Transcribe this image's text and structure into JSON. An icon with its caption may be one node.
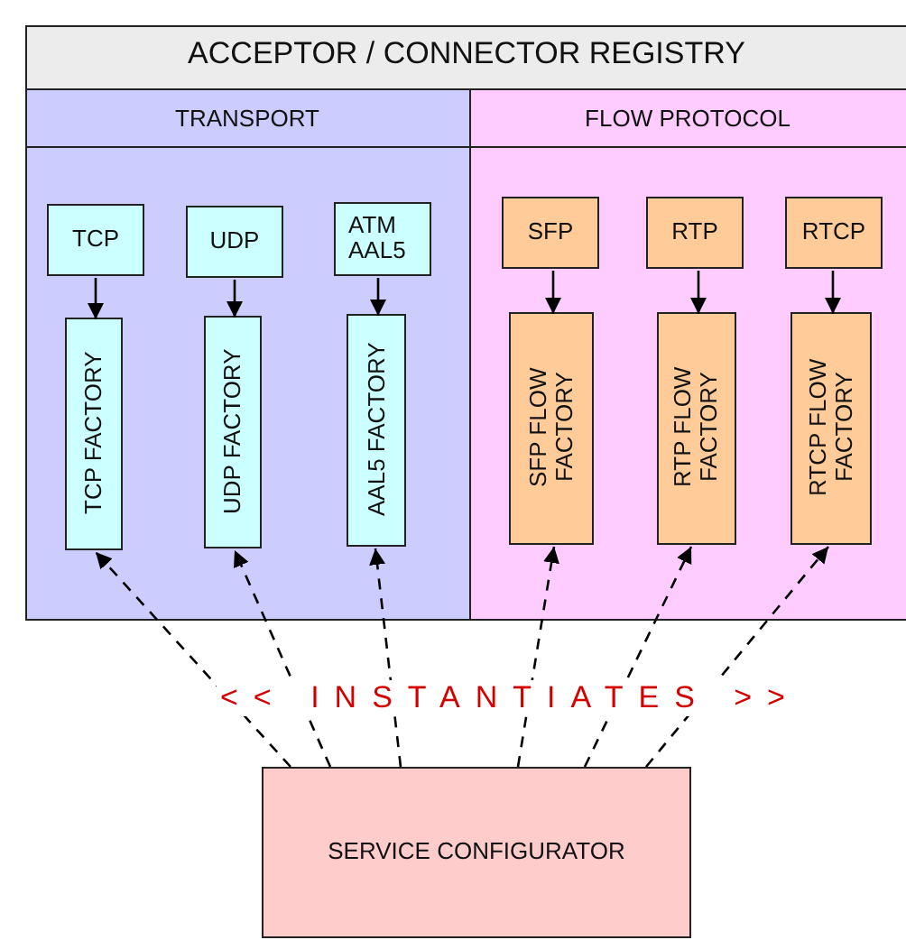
{
  "diagram": {
    "nodes": [
      {
        "text": [
          "ACCEPTOR / CONNECTOR REGISTRY"
        ]
      },
      {
        "text": [
          "TRANSPORT"
        ],
        "in": 0
      },
      {
        "text": [
          "FLOW PROTOCOL"
        ],
        "in": 0
      },
      {
        "text": [
          "TCP"
        ],
        "in": 1
      },
      {
        "text": [
          "UDP"
        ],
        "in": 1
      },
      {
        "text": [
          "ATM AAL5"
        ],
        "in": 1
      },
      {
        "text": [
          "TCP FACTORY"
        ],
        "in": 1
      },
      {
        "text": [
          "UDP FACTORY"
        ],
        "in": 1
      },
      {
        "text": [
          "AAL5 FACTORY"
        ],
        "in": 1
      },
      {
        "text": [
          "SFP"
        ],
        "in": 2
      },
      {
        "text": [
          "RTP"
        ],
        "in": 2
      },
      {
        "text": [
          "RTCP"
        ],
        "in": 2
      },
      {
        "text": [
          "SFP FLOW FACTORY"
        ],
        "in": 2
      },
      {
        "text": [
          "RTP FLOW FACTORY"
        ],
        "in": 2
      },
      {
        "text": [
          "RTCP FLOW FACTORY"
        ],
        "in": 2
      },
      {
        "text": [
          "SERVICE CONFIGURATOR"
        ]
      }
    ],
    "edges": [
      {
        "from": 3,
        "to": 6,
        "arrow": "to"
      },
      {
        "from": 4,
        "to": 7,
        "arrow": "to"
      },
      {
        "from": 5,
        "to": 8,
        "arrow": "to"
      },
      {
        "from": 9,
        "to": 12,
        "arrow": "to"
      },
      {
        "from": 10,
        "to": 13,
        "arrow": "to"
      },
      {
        "from": 11,
        "to": 14,
        "arrow": "to"
      },
      {
        "from": 15,
        "to": 6,
        "arrow": "to",
        "style": "dashed"
      },
      {
        "from": 15,
        "to": 7,
        "arrow": "to",
        "style": "dashed"
      },
      {
        "from": 15,
        "to": 8,
        "arrow": "to",
        "style": "dashed"
      },
      {
        "from": 15,
        "to": 12,
        "arrow": "to",
        "style": "dashed"
      },
      {
        "from": 15,
        "to": 13,
        "arrow": "to",
        "style": "dashed"
      },
      {
        "from": 15,
        "to": 14,
        "arrow": "to",
        "style": "dashed"
      }
    ],
    "labels": [
      "<< INSTANTIATES >>"
    ]
  }
}
